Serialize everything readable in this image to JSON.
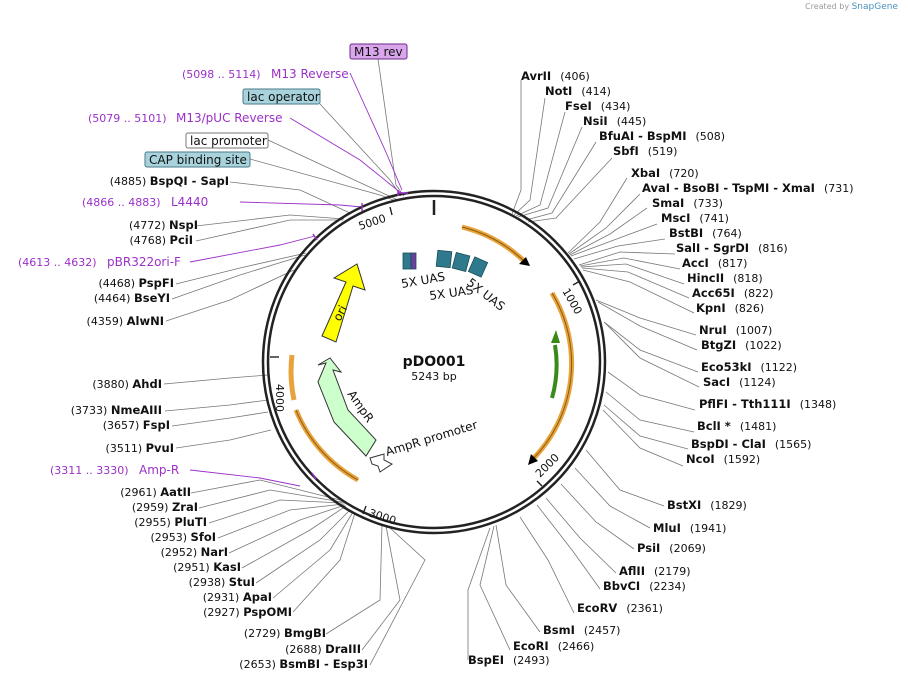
{
  "credit": {
    "prefix": "Created by",
    "brand": "SnapGene"
  },
  "center": {
    "name": "pDO001",
    "length": "5243 bp"
  },
  "ticks": [
    "1000",
    "2000",
    "3000",
    "4000",
    "5000"
  ],
  "feature_labels": {
    "uas1": "5X UAS",
    "uas2": "5X UAS",
    "uas3": "5X UAS",
    "ori": "ori",
    "ampr": "AmpR",
    "ampr_promoter": "AmpR promoter"
  },
  "right_sites": [
    {
      "name": "AvrII",
      "pos": "(406)"
    },
    {
      "name": "NotI",
      "pos": "(414)"
    },
    {
      "name": "FseI",
      "pos": "(434)"
    },
    {
      "name": "NsiI",
      "pos": "(445)"
    },
    {
      "name": "BfuAI - BspMI",
      "pos": "(508)"
    },
    {
      "name": "SbfI",
      "pos": "(519)"
    },
    {
      "name": "XbaI",
      "pos": "(720)"
    },
    {
      "name": "AvaI - BsoBI - TspMI - XmaI",
      "pos": "(731)"
    },
    {
      "name": "SmaI",
      "pos": "(733)"
    },
    {
      "name": "MscI",
      "pos": "(741)"
    },
    {
      "name": "BstBI",
      "pos": "(764)"
    },
    {
      "name": "SalI - SgrDI",
      "pos": "(816)"
    },
    {
      "name": "AccI",
      "pos": "(817)"
    },
    {
      "name": "HincII",
      "pos": "(818)"
    },
    {
      "name": "Acc65I",
      "pos": "(822)"
    },
    {
      "name": "KpnI",
      "pos": "(826)"
    },
    {
      "name": "NruI",
      "pos": "(1007)"
    },
    {
      "name": "BtgZI",
      "pos": "(1022)"
    },
    {
      "name": "Eco53kI",
      "pos": "(1122)"
    },
    {
      "name": "SacI",
      "pos": "(1124)"
    },
    {
      "name": "PflFI - Tth111I",
      "pos": "(1348)"
    },
    {
      "name": "BclI *",
      "pos": "(1481)"
    },
    {
      "name": "BspDI - ClaI",
      "pos": "(1565)"
    },
    {
      "name": "NcoI",
      "pos": "(1592)"
    },
    {
      "name": "BstXI",
      "pos": "(1829)"
    },
    {
      "name": "MluI",
      "pos": "(1941)"
    },
    {
      "name": "PsiI",
      "pos": "(2069)"
    },
    {
      "name": "AflII",
      "pos": "(2179)"
    },
    {
      "name": "BbvCI",
      "pos": "(2234)"
    },
    {
      "name": "EcoRV",
      "pos": "(2361)"
    },
    {
      "name": "BsmI",
      "pos": "(2457)"
    },
    {
      "name": "EcoRI",
      "pos": "(2466)"
    },
    {
      "name": "BspEI",
      "pos": "(2493)"
    }
  ],
  "left_sites": [
    {
      "name": "BspQI - SapI",
      "pos": "(4885)"
    },
    {
      "name": "NspI",
      "pos": "(4772)"
    },
    {
      "name": "PciI",
      "pos": "(4768)"
    },
    {
      "name": "PspFI",
      "pos": "(4468)"
    },
    {
      "name": "BseYI",
      "pos": "(4464)"
    },
    {
      "name": "AlwNI",
      "pos": "(4359)"
    },
    {
      "name": "AhdI",
      "pos": "(3880)"
    },
    {
      "name": "NmeAIII",
      "pos": "(3733)"
    },
    {
      "name": "FspI",
      "pos": "(3657)"
    },
    {
      "name": "PvuI",
      "pos": "(3511)"
    },
    {
      "name": "AatII",
      "pos": "(2961)"
    },
    {
      "name": "ZraI",
      "pos": "(2959)"
    },
    {
      "name": "PluTI",
      "pos": "(2955)"
    },
    {
      "name": "SfoI",
      "pos": "(2953)"
    },
    {
      "name": "NarI",
      "pos": "(2952)"
    },
    {
      "name": "KasI",
      "pos": "(2951)"
    },
    {
      "name": "StuI",
      "pos": "(2938)"
    },
    {
      "name": "ApaI",
      "pos": "(2931)"
    },
    {
      "name": "PspOMI",
      "pos": "(2927)"
    },
    {
      "name": "BmgBI",
      "pos": "(2729)"
    },
    {
      "name": "DraIII",
      "pos": "(2688)"
    },
    {
      "name": "BsmBI - Esp3I",
      "pos": "(2653)"
    }
  ],
  "primers": [
    {
      "range": "(5098 .. 5114)",
      "name": "M13 Reverse"
    },
    {
      "range": "(5079 .. 5101)",
      "name": "M13/pUC Reverse"
    },
    {
      "range": "(4866 .. 4883)",
      "name": "L4440"
    },
    {
      "range": "(4613 .. 4632)",
      "name": "pBR322ori-F"
    },
    {
      "range": "(3311 .. 3330)",
      "name": "Amp-R"
    }
  ],
  "boxed": [
    {
      "name": "M13 rev",
      "style": "purple"
    },
    {
      "name": "lac operator",
      "style": "teal"
    },
    {
      "name": "lac promoter",
      "style": "white"
    },
    {
      "name": "CAP binding site",
      "style": "teal"
    }
  ],
  "colors": {
    "backbone": "#222222",
    "primer": "#9b30c8",
    "orange_feature": "#e8a33c",
    "uas": "#2e7a8c",
    "ori": "#ffff00",
    "ampr": "#ccffcc",
    "green_arrow": "#3a8a1a",
    "box_purple": "#d9a6ec",
    "box_teal": "#a9d3dc"
  }
}
